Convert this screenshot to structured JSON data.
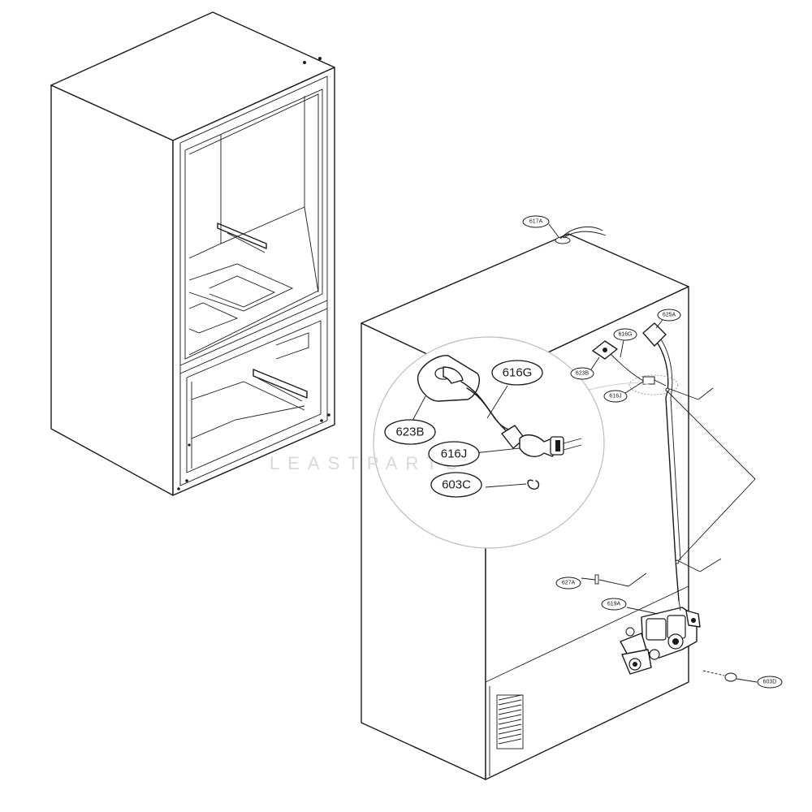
{
  "callouts": {
    "c617A": "617A",
    "c625A": "625A",
    "c616G_small": "616G",
    "c623B_small": "623B",
    "c616J_small": "616J",
    "c627A": "627A",
    "c619A": "619A",
    "c603D": "603D",
    "c616G_big": "616G",
    "c623B_big": "623B",
    "c616J_big": "616J",
    "c603C_big": "603C"
  },
  "watermark": "LEASTPARTS"
}
